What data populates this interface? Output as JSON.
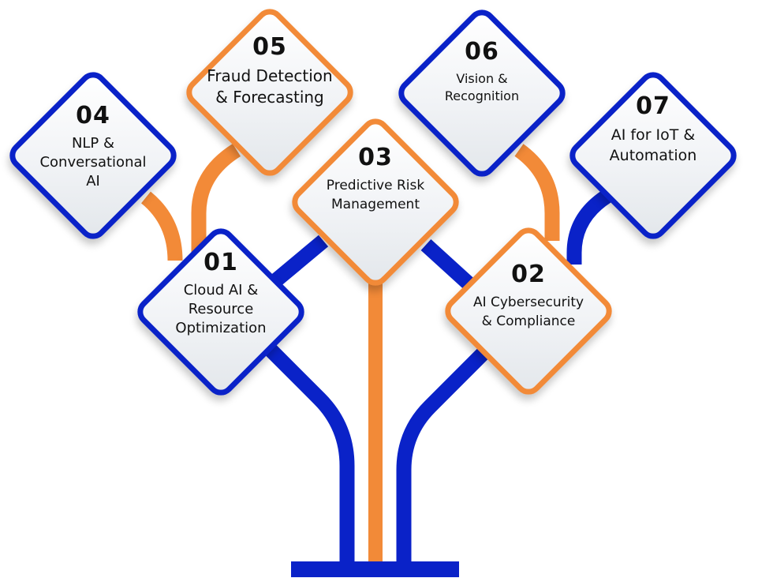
{
  "colors": {
    "blue": "#0a22c8",
    "orange": "#f28a38"
  },
  "nodes": [
    {
      "num": "01",
      "label": "Cloud AI &\nResource\nOptimization",
      "border": "blue"
    },
    {
      "num": "02",
      "label": "AI Cybersecurity\n& Compliance",
      "border": "orange"
    },
    {
      "num": "03",
      "label": "Predictive Risk\nManagement",
      "border": "orange"
    },
    {
      "num": "04",
      "label": "NLP &\nConversational\nAI",
      "border": "blue"
    },
    {
      "num": "05",
      "label": "Fraud Detection\n& Forecasting",
      "border": "orange"
    },
    {
      "num": "06",
      "label": "Vision &\nRecognition",
      "border": "blue"
    },
    {
      "num": "07",
      "label": "AI for IoT &\nAutomation",
      "border": "blue"
    }
  ]
}
